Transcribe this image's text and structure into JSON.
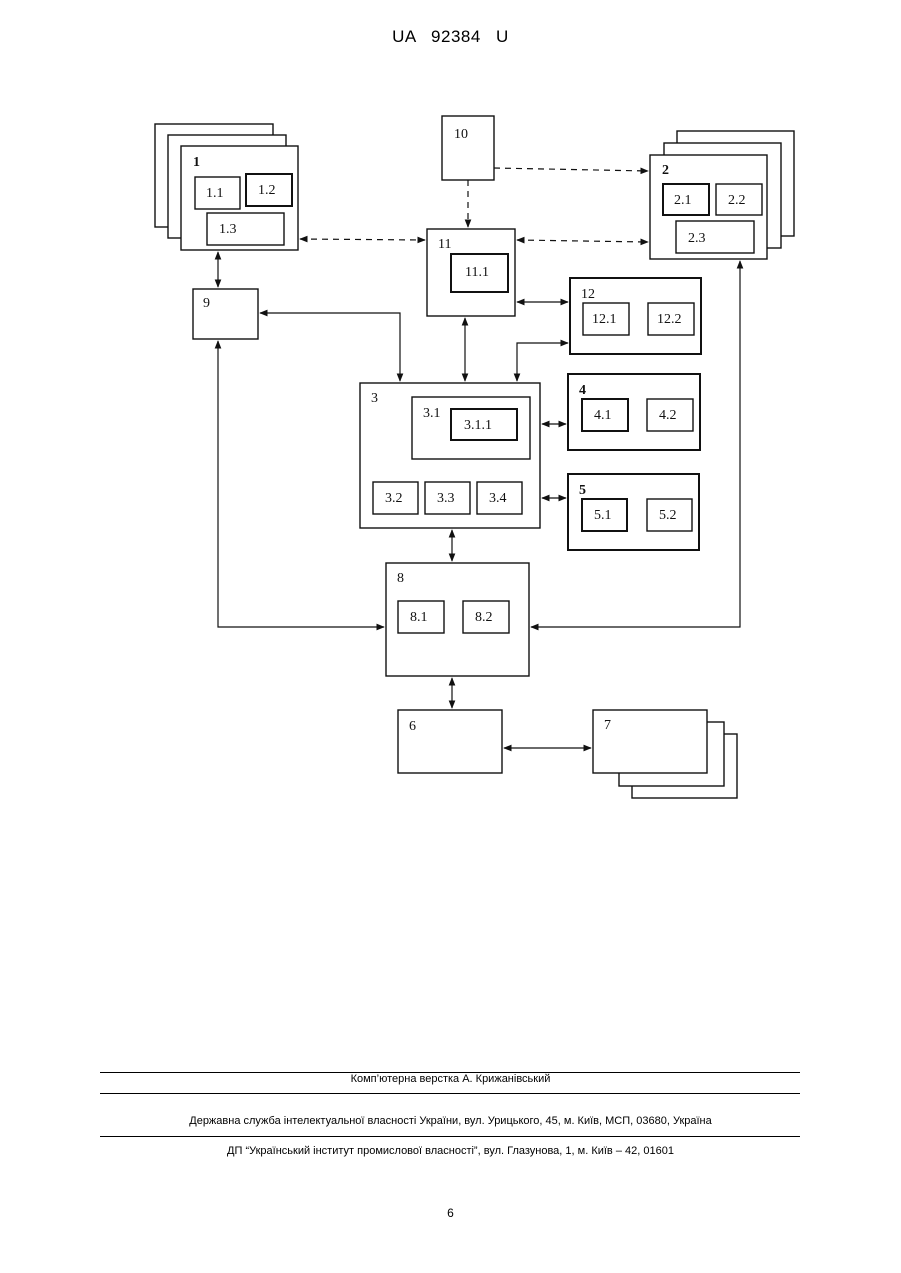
{
  "header": {
    "patent_number": "UA   92384   U"
  },
  "blocks": {
    "b1": "1",
    "b1_1": "1.1",
    "b1_2": "1.2",
    "b1_3": "1.3",
    "b2": "2",
    "b2_1": "2.1",
    "b2_2": "2.2",
    "b2_3": "2.3",
    "b3": "3",
    "b3_1": "3.1",
    "b3_1_1": "3.1.1",
    "b3_2": "3.2",
    "b3_3": "3.3",
    "b3_4": "3.4",
    "b4": "4",
    "b4_1": "4.1",
    "b4_2": "4.2",
    "b5": "5",
    "b5_1": "5.1",
    "b5_2": "5.2",
    "b6": "6",
    "b7": "7",
    "b8": "8",
    "b8_1": "8.1",
    "b8_2": "8.2",
    "b9": "9",
    "b10": "10",
    "b11": "11",
    "b11_1": "11.1",
    "b12": "12",
    "b12_1": "12.1",
    "b12_2": "12.2"
  },
  "footer": {
    "layout_credit": "Комп’ютерна верстка А. Крижанівський",
    "agency": "Державна служба інтелектуальної власності України, вул. Урицького, 45, м. Київ, МСП, 03680, Україна",
    "institute": "ДП “Український інститут промислової власності”, вул. Глазунова, 1, м. Київ – 42, 01601",
    "page_number": "6"
  }
}
